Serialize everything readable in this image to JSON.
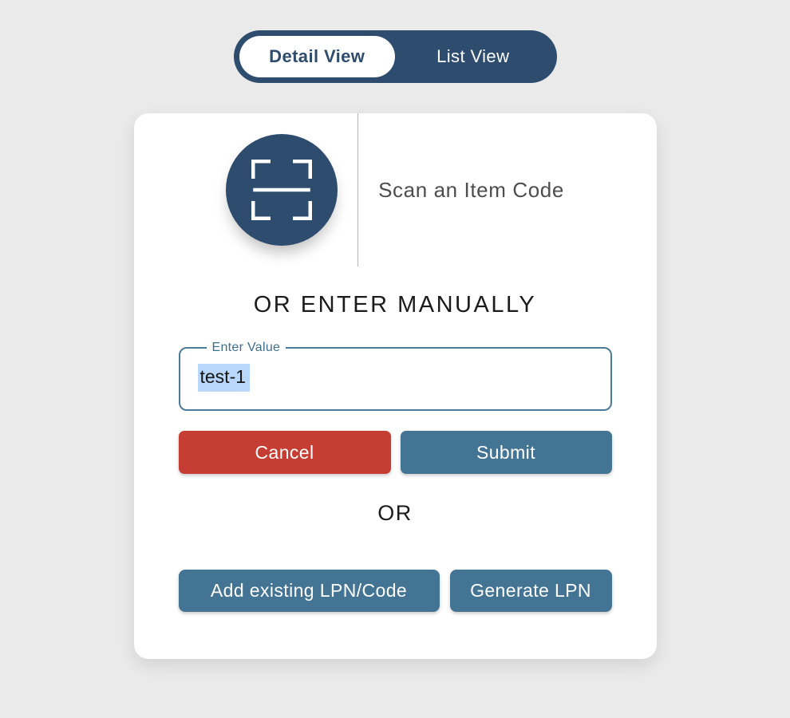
{
  "colors": {
    "page_background": "#eaeaea",
    "navy": "#2e4c6e",
    "steel_blue": "#447494",
    "red": "#c63d33",
    "field_border": "#4a7b99",
    "selection_highlight": "#b8d7fb"
  },
  "view_toggle": {
    "detail_label": "Detail View",
    "list_label": "List View",
    "selected": "Detail View"
  },
  "scan_section": {
    "icon": "scan-frame-icon",
    "label": "Scan an Item Code"
  },
  "manual_entry": {
    "heading": "OR ENTER MANUALLY",
    "field_label": "Enter Value",
    "field_value": "test-1",
    "cancel_label": "Cancel",
    "submit_label": "Submit"
  },
  "or_separator": "OR",
  "lpn_actions": {
    "add_existing_label": "Add existing LPN/Code",
    "generate_label": "Generate LPN"
  }
}
